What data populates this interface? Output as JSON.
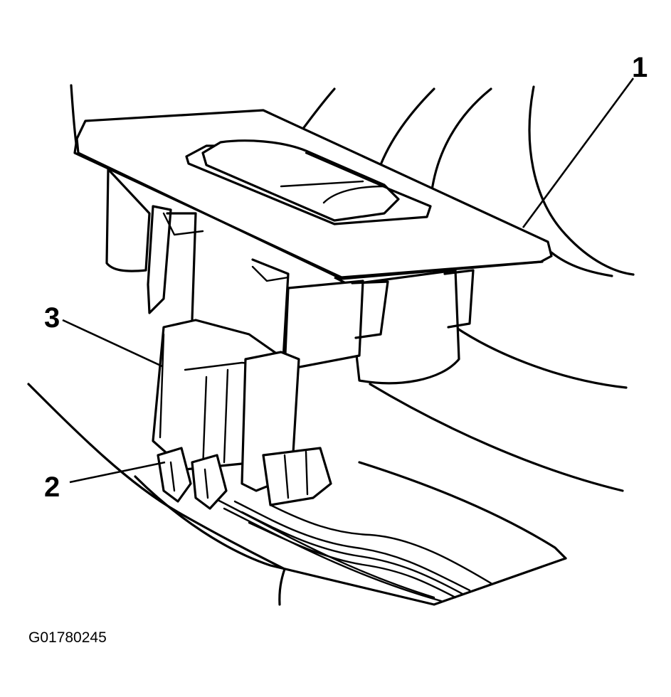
{
  "callouts": [
    {
      "label": "1"
    },
    {
      "label": "2"
    },
    {
      "label": "3"
    }
  ],
  "figure_id": "G01780245"
}
